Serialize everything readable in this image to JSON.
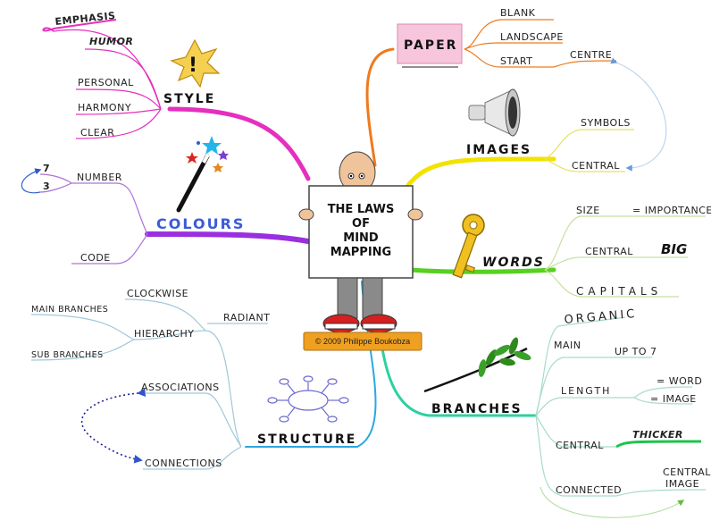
{
  "center": {
    "title_lines": [
      "THE LAWS",
      "OF",
      "MIND",
      "MAPPING"
    ],
    "copyright": "© 2009 Philippe Boukobza"
  },
  "branches": {
    "style": {
      "label": "STYLE",
      "items": [
        "EMPHASIS",
        "HUMOR",
        "PERSONAL",
        "HARMONY",
        "CLEAR"
      ]
    },
    "paper": {
      "label": "PAPER",
      "items": [
        "BLANK",
        "LANDSCAPE",
        "START",
        "CENTRE"
      ]
    },
    "images": {
      "label": "IMAGES",
      "items": [
        "SYMBOLS",
        "CENTRAL"
      ]
    },
    "colours": {
      "label": "COLOURS",
      "items": [
        "NUMBER",
        "7",
        "3",
        "CODE"
      ]
    },
    "words": {
      "label": "WORDS",
      "items": [
        "SIZE",
        "= IMPORTANCE",
        "CENTRAL",
        "BIG",
        "CAPITALS"
      ]
    },
    "structure": {
      "label": "STRUCTURE",
      "items": [
        "RADIANT",
        "CLOCKWISE",
        "HIERARCHY",
        "MAIN BRANCHES",
        "SUB BRANCHES",
        "ASSOCIATIONS",
        "CONNECTIONS"
      ]
    },
    "branches": {
      "label": "BRANCHES",
      "items": [
        "ORGANIC",
        "MAIN",
        "UP TO 7",
        "LENGTH",
        "= WORD",
        "= IMAGE",
        "CENTRAL",
        "THICKER",
        "CONNECTED",
        "CENTRAL",
        "IMAGE"
      ]
    }
  },
  "colors": {
    "style": "#e52fbf",
    "paper": "#f07a1c",
    "images": "#f2e200",
    "colours": "#9a2fe0",
    "words": "#56d11f",
    "structure": "#2aa8e0",
    "branches": "#2ed0a0",
    "sub_line": "#9fc9d8"
  }
}
